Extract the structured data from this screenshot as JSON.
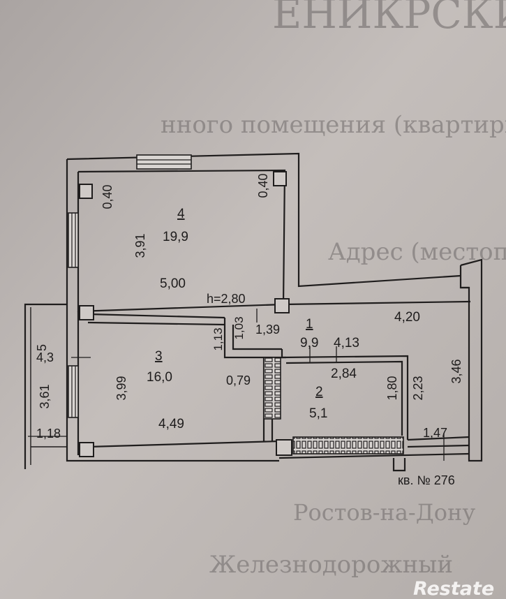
{
  "background_text": {
    "line1": "ЕНИКРСКИЙ ПАС",
    "line2": "нного помещения (квартиры)",
    "line3": "Адрес (местопол",
    "line4": "Ростов-на-Дону",
    "line5": "Железнодорожный"
  },
  "rooms": [
    {
      "number": "1",
      "area": "9,9"
    },
    {
      "number": "2",
      "area": "5,1"
    },
    {
      "number": "3",
      "area": "16,0"
    },
    {
      "number": "4",
      "area": "19,9"
    },
    {
      "number": "5",
      "area": "4,3"
    }
  ],
  "dimensions": {
    "r4_top_left": "0,40",
    "r4_top_right": "0,40",
    "r4_height": "3,91",
    "r4_width": "5,00",
    "ceiling": "h=2,80",
    "hall_w1": "1,39",
    "hall_d1": "1,03",
    "hall_d2": "1,13",
    "hall_width": "4,20",
    "hall_w2": "4,13",
    "r2_width": "2,84",
    "r2_height": "1,80",
    "right_d1": "2,23",
    "right_d2": "3,46",
    "r3_height": "3,99",
    "r3_width": "4,49",
    "r3_gap": "0,79",
    "balcony_height": "3,61",
    "balcony_width": "1,18",
    "bottom_right": "1,47"
  },
  "apartment_label": "кв. № 276",
  "watermark": "Restate"
}
